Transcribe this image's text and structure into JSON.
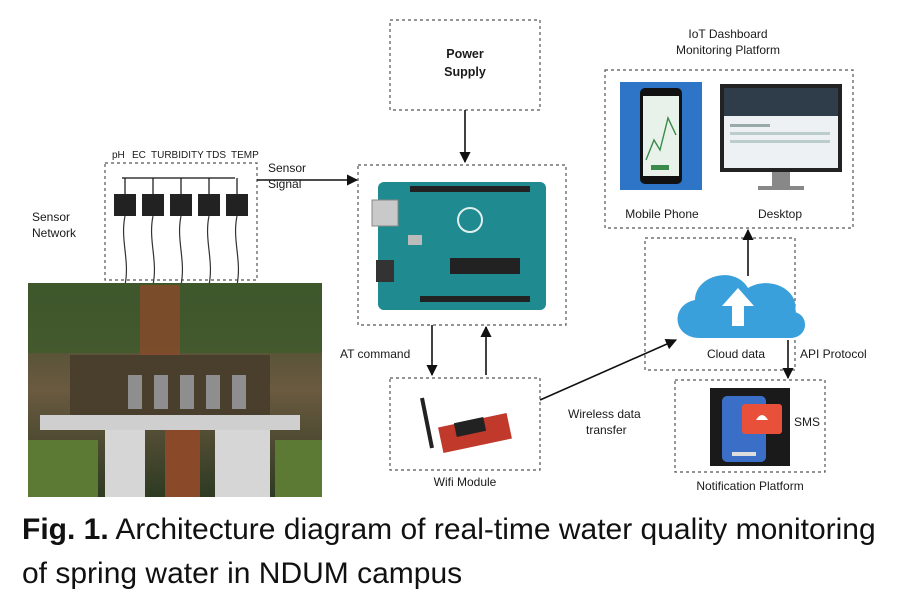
{
  "power": {
    "line1": "Power",
    "line2": "Supply"
  },
  "sensor_types": [
    "pH",
    "EC",
    "TURBIDITY",
    "TDS",
    "TEMP"
  ],
  "sensor_network": {
    "line1": "Sensor",
    "line2": "Network"
  },
  "sensor_signal": {
    "line1": "Sensor",
    "line2": "Signal"
  },
  "at_command": "AT command",
  "wifi_module": "Wifi Module",
  "wireless": {
    "line1": "Wireless data",
    "line2": "transfer"
  },
  "cloud_data": "Cloud data",
  "api_protocol": "API Protocol",
  "dashboard": {
    "line1": "IoT Dashboard",
    "line2": "Monitoring Platform"
  },
  "mobile_phone": "Mobile Phone",
  "desktop": "Desktop",
  "sms": "SMS",
  "notification_platform": "Notification Platform",
  "caption": {
    "prefix": "Fig. 1.",
    "text": " Architecture diagram of real-time water quality monitoring of spring water in NDUM campus"
  },
  "colors": {
    "arduino": "#1f8a8f",
    "cloud": "#3aa0dc",
    "phone_frame": "#2e74c7",
    "sms_bg": "#1a1a1a",
    "sms_bubble": "#e8503a"
  }
}
